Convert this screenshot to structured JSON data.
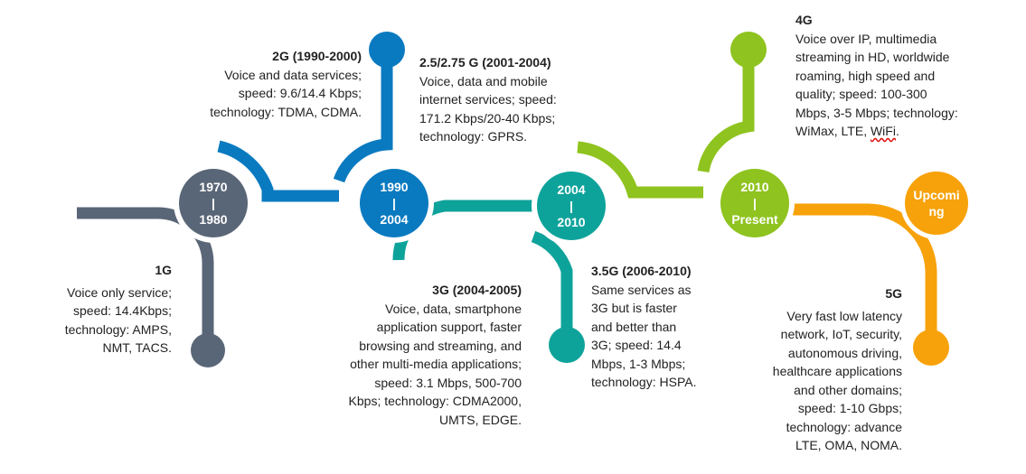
{
  "colors": {
    "g1": "#596677",
    "g2": "#0a7ac0",
    "g3": "#0ea39a",
    "g4": "#8fc31f",
    "g5": "#f7a20a"
  },
  "nodes": [
    {
      "line1": "1970",
      "line2": "|",
      "line3": "1980"
    },
    {
      "line1": "1990",
      "line2": "|",
      "line3": "2004"
    },
    {
      "line1": "2004",
      "line2": "|",
      "line3": "2010"
    },
    {
      "line1": "2010",
      "line2": "|",
      "line3": "Present"
    },
    {
      "line1": "Upcomi",
      "line2": "ng",
      "line3": ""
    }
  ],
  "generations": {
    "g1": {
      "title": "1G",
      "lines": [
        "Voice only service;",
        "speed: 14.4Kbps;",
        "technology: AMPS,",
        "NMT, TACS."
      ]
    },
    "g2": {
      "title": "2G (1990-2000)",
      "lines": [
        "Voice and data services;",
        "speed: 9.6/14.4 Kbps;",
        "technology: TDMA, CDMA."
      ]
    },
    "g25": {
      "title": "2.5/2.75 G (2001-2004)",
      "lines": [
        "Voice, data and mobile",
        "internet services; speed:",
        "171.2 Kbps/20-40 Kbps;",
        "technology: GPRS."
      ]
    },
    "g3": {
      "title": "3G (2004-2005)",
      "lines": [
        "Voice, data, smartphone",
        "application support, faster",
        "browsing and streaming, and",
        "other multi-media applications;",
        "speed: 3.1 Mbps, 500-700",
        "Kbps; technology: CDMA2000,",
        "UMTS, EDGE."
      ]
    },
    "g35": {
      "title": "3.5G (2006-2010)",
      "lines": [
        "Same services as",
        "3G but is faster",
        "and better than",
        "3G; speed: 14.4",
        "Mbps, 1-3 Mbps;",
        "technology: HSPA."
      ]
    },
    "g4": {
      "title": "4G",
      "lines": [
        "Voice over IP, multimedia",
        "streaming in HD, worldwide",
        "roaming, high speed and",
        "quality; speed: 100-300",
        "Mbps, 3-5 Mbps; technology:"
      ],
      "last_prefix": "WiMax, LTE, ",
      "last_word": "WiFi",
      "last_suffix": "."
    },
    "g5": {
      "title": "5G",
      "lines": [
        "Very fast low latency",
        "network, IoT, security,",
        "autonomous driving,",
        "healthcare applications",
        "and other domains;",
        "speed: 1-10 Gbps;",
        "technology: advance",
        "LTE, OMA, NOMA."
      ]
    }
  }
}
